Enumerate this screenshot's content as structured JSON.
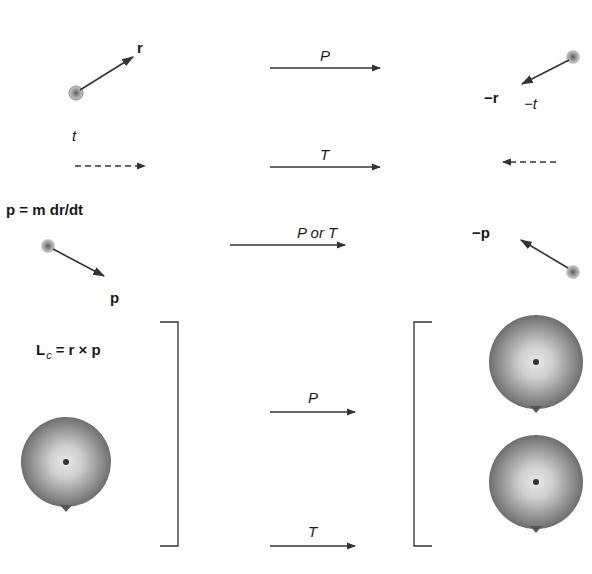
{
  "diagram": {
    "labels": [
      "r",
      "P",
      "−r",
      "−t",
      "t",
      "T",
      "p = m dr/dt",
      "P or T",
      "−p",
      "p",
      "L",
      "c",
      "= r × p",
      "P",
      "T"
    ]
  }
}
